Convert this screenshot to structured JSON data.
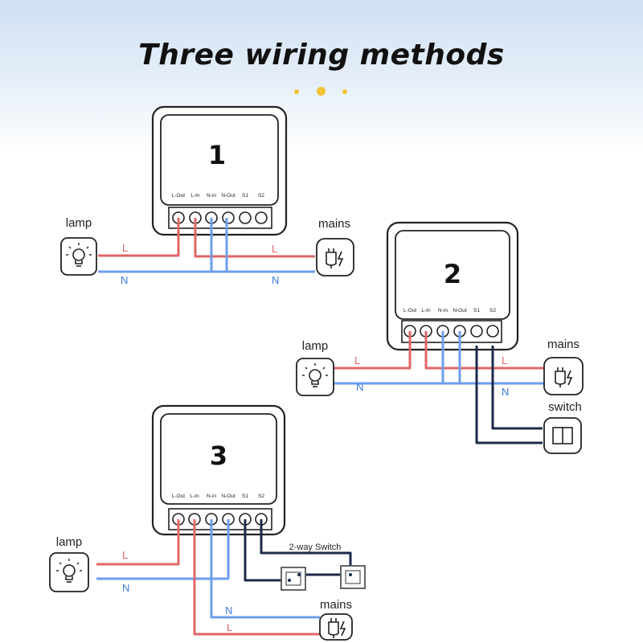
{
  "title": "Three wiring methods",
  "colors": {
    "live": "#e06666",
    "neutral": "#6d9eeb",
    "switch_wire": "#1c2a4a",
    "outline": "#222222",
    "accent_dots": "#f1c232"
  },
  "terminal_labels": [
    "L-Out",
    "L-In",
    "N-in",
    "N-Out",
    "S1",
    "S2"
  ],
  "wire_labels": {
    "live": "L",
    "neutral": "N"
  },
  "icons": {
    "lamp": "lightbulb-icon",
    "mains": "plug-icon",
    "switch": "rocker-switch-icon",
    "two_way": "two-way-switch-icon"
  },
  "methods": [
    {
      "number": "1",
      "lamp_label": "lamp",
      "mains_label": "mains"
    },
    {
      "number": "2",
      "lamp_label": "lamp",
      "mains_label": "mains",
      "switch_label": "switch"
    },
    {
      "number": "3",
      "lamp_label": "lamp",
      "mains_label": "mains",
      "switch_label": "2-way Switch"
    }
  ]
}
